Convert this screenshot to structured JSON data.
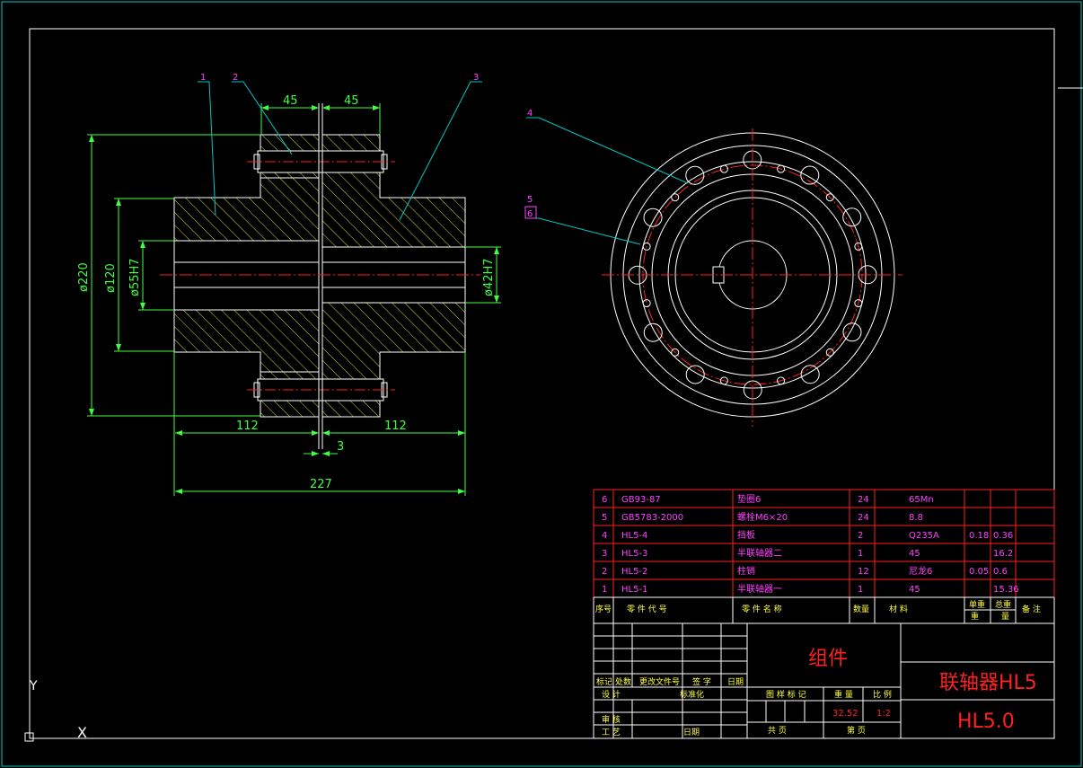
{
  "drawing": {
    "part_labels": [
      "1",
      "2",
      "3",
      "4",
      "5",
      "6"
    ],
    "dimensions": {
      "top_left_45": "45",
      "top_right_45": "45",
      "dia_220": "ø220",
      "dia_120": "ø120",
      "dia_55h7": "ø55H7",
      "dia_42h7": "ø42H7",
      "len_112_left": "112",
      "len_112_right": "112",
      "gap_3": "3",
      "total_227": "227"
    },
    "ucs": {
      "y": "Y",
      "x": "X"
    }
  },
  "bom": {
    "rows": [
      {
        "seq": "6",
        "code": "GB93-87",
        "name": "垫圈6",
        "qty": "24",
        "material": "65Mn",
        "unit_w": "",
        "total_w": ""
      },
      {
        "seq": "5",
        "code": "GB5783-2000",
        "name": "螺栓M6×20",
        "qty": "24",
        "material": "8.8",
        "unit_w": "",
        "total_w": ""
      },
      {
        "seq": "4",
        "code": "HL5-4",
        "name": "挡板",
        "qty": "2",
        "material": "Q235A",
        "unit_w": "0.18",
        "total_w": "0.36"
      },
      {
        "seq": "3",
        "code": "HL5-3",
        "name": "半联轴器二",
        "qty": "1",
        "material": "45",
        "unit_w": "",
        "total_w": "16.2"
      },
      {
        "seq": "2",
        "code": "HL5-2",
        "name": "柱销",
        "qty": "12",
        "material": "尼龙6",
        "unit_w": "0.05",
        "total_w": "0.6"
      },
      {
        "seq": "1",
        "code": "HL5-1",
        "name": "半联轴器一",
        "qty": "1",
        "material": "45",
        "unit_w": "",
        "total_w": "15.36"
      }
    ],
    "header": {
      "seq": "序号",
      "code": "零  件  代  号",
      "name": "零  件  名  称",
      "qty": "数量",
      "material": "材          料",
      "unit_w_1": "单重",
      "total_w_1": "总重",
      "w_2a": "重",
      "w_2b": "量",
      "remark": "备  注"
    }
  },
  "title_block": {
    "mark": "标记",
    "places": "处数",
    "change_doc": "更改文件号",
    "sign": "签 字",
    "date": "日期",
    "design": "设 计",
    "standardize": "标准化",
    "review": "审 核",
    "process": "工 艺",
    "date2": "日期",
    "stage_mark": "图 样 标 记",
    "weight_label": "重 量",
    "scale_label": "比 例",
    "weight": "32.52",
    "scale": "1:2",
    "total_sheets": "共     页",
    "sheet_no": "第     页",
    "assembly": "组件",
    "name": "联轴器HL5",
    "number": "HL5.0"
  },
  "colors": {
    "line": "#ffffff",
    "dim": "#40ff40",
    "leader": "#00c8c8",
    "hatch": "#d8d840",
    "center": "#ff2020",
    "label": "#ff40ff",
    "table_line": "#ff2020",
    "title": "#ff2020"
  }
}
